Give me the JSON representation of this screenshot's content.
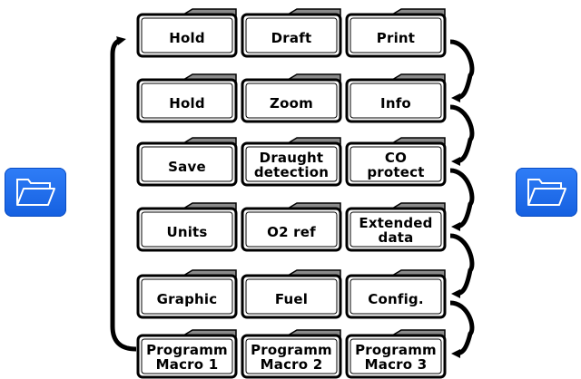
{
  "rows": [
    [
      "Hold",
      "Draft",
      "Print"
    ],
    [
      "Hold",
      "Zoom",
      "Info"
    ],
    [
      "Save",
      "Draught\ndetection",
      "CO\nprotect"
    ],
    [
      "Units",
      "O2 ref",
      "Extended\ndata"
    ],
    [
      "Graphic",
      "Fuel",
      "Config."
    ],
    [
      "Programm\nMacro 1",
      "Programm\nMacro 2",
      "Programm\nMacro 3"
    ]
  ],
  "left_button": {
    "icon": "folder-open-icon"
  },
  "right_button": {
    "icon": "folder-open-icon"
  },
  "colors": {
    "button_blue": "#1f6bf0",
    "ink": "#000000",
    "tab_hatch": "#7a7a7a"
  }
}
